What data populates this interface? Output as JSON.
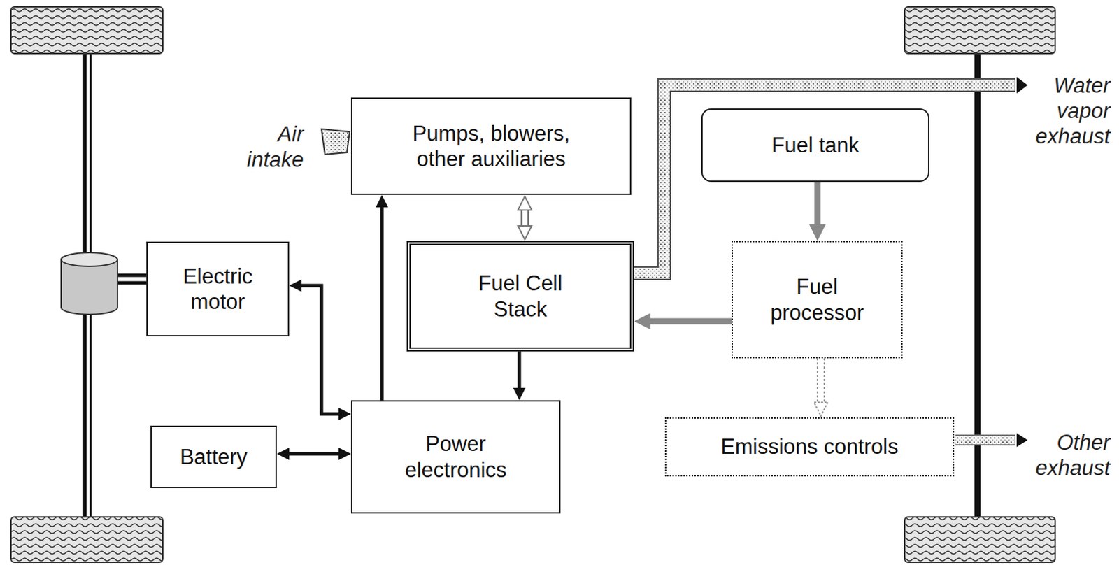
{
  "diagram": {
    "nodes": [
      {
        "text": [
          "Pumps, blowers, other auxiliaries"
        ]
      },
      {
        "text": [
          "Fuel tank"
        ]
      },
      {
        "text": [
          "Electric motor"
        ]
      },
      {
        "text": [
          "Fuel Cell Stack"
        ]
      },
      {
        "text": [
          "Fuel processor"
        ]
      },
      {
        "text": [
          "Battery"
        ]
      },
      {
        "text": [
          "Power electronics"
        ]
      },
      {
        "text": [
          "Emissions controls"
        ]
      }
    ],
    "edges": [
      {
        "from": 6,
        "to": 0,
        "arrow": "to"
      },
      {
        "from": 0,
        "to": 3,
        "arrow": "both"
      },
      {
        "from": 3,
        "to": 6,
        "arrow": "to"
      },
      {
        "from": 6,
        "to": 2,
        "arrow": "both"
      },
      {
        "from": 6,
        "to": 5,
        "arrow": "both"
      },
      {
        "from": 1,
        "to": 4,
        "arrow": "to"
      },
      {
        "from": 4,
        "to": 3,
        "arrow": "to"
      },
      {
        "from": 4,
        "to": 7,
        "arrow": "to"
      }
    ],
    "labels": [
      "Air intake",
      "Water vapor exhaust",
      "Other exhaust"
    ]
  }
}
